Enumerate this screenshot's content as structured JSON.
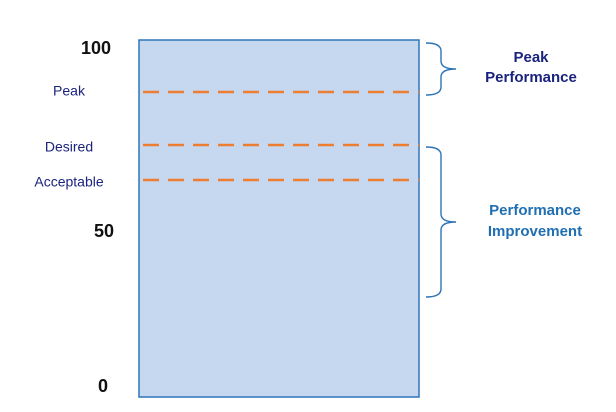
{
  "scale": {
    "ticks": [
      {
        "value": 100,
        "label": "100"
      },
      {
        "value": 50,
        "label": "50"
      },
      {
        "value": 0,
        "label": "0"
      }
    ]
  },
  "levels": [
    {
      "name": "Peak",
      "value": 85
    },
    {
      "name": "Desired",
      "value": 70
    },
    {
      "name": "Acceptable",
      "value": 60
    }
  ],
  "brackets": [
    {
      "label_lines": [
        "Peak",
        "Performance"
      ],
      "from": 100,
      "to": 85
    },
    {
      "label_lines": [
        "Performance",
        "Improvement"
      ],
      "from": 70,
      "to": 28
    }
  ],
  "colors": {
    "bar_fill": "#c5d8f0",
    "bar_border": "#2e75b6",
    "dashed_line": "#ed7d31",
    "level_label": "#1a237e",
    "bracket_stroke": "#2e75b6",
    "peak_bracket_label": "#1a237e",
    "improvement_bracket_label": "#1f6fb2",
    "tick_label": "#111111"
  }
}
